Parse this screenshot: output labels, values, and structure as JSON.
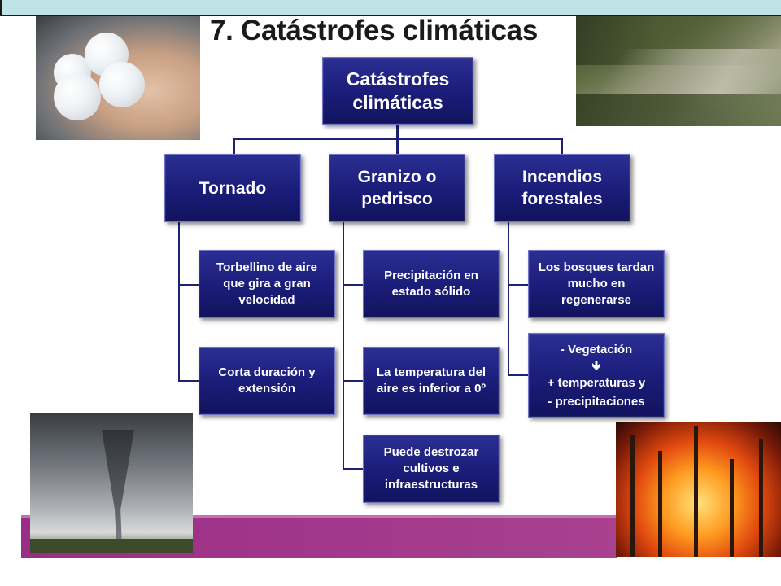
{
  "slide": {
    "title": "7. Catástrofes climáticas"
  },
  "diagram": {
    "root": {
      "line1": "Catástrofes",
      "line2": "climáticas"
    },
    "categories": [
      {
        "line1": "Tornado",
        "line2": ""
      },
      {
        "line1": "Granizo o",
        "line2": "pedrisco"
      },
      {
        "line1": "Incendios",
        "line2": "forestales"
      }
    ],
    "tornado_items": [
      {
        "lines": [
          "Torbellino de aire",
          "que gira a gran",
          "velocidad"
        ]
      },
      {
        "lines": [
          "Corta duración y",
          "extensión"
        ]
      }
    ],
    "granizo_items": [
      {
        "lines": [
          "Precipitación en",
          "estado sólido"
        ]
      },
      {
        "lines": [
          "La temperatura del",
          "aire es inferior a 0º"
        ]
      },
      {
        "lines": [
          "Puede destrozar",
          "cultivos e",
          "infraestructuras"
        ]
      }
    ],
    "incendios_items": [
      {
        "lines": [
          "Los bosques tardan",
          "mucho en",
          "regenerarse"
        ]
      },
      {
        "lines": [
          "- Vegetación",
          "+ temperaturas y",
          "- precipitaciones"
        ],
        "arrow": "🡻"
      }
    ]
  },
  "colors": {
    "node_fill": "#1a1c78",
    "connector": "#1d2270",
    "band": "#9a2d86",
    "top_bar": "#bfe3e6"
  },
  "icons": [
    "hail-photo",
    "forest-photo",
    "tornado-photo",
    "wildfire-photo",
    "down-arrow-icon"
  ]
}
